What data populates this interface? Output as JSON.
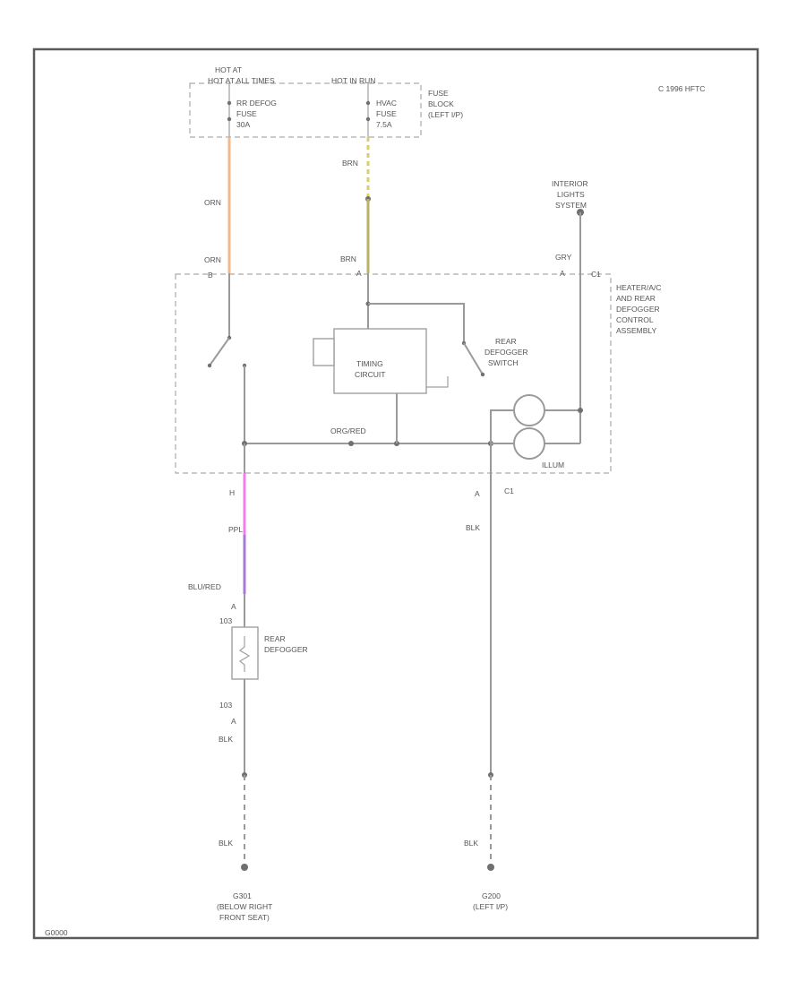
{
  "copyright": "C 1996 HFTC",
  "figure_id": "G0000",
  "fuse_block": {
    "hot_at_left": "HOT AT ALL TIMES",
    "hot_at_right": "HOT IN RUN",
    "fuse_left": [
      "RR DEFOG",
      "FUSE",
      "30A"
    ],
    "fuse_right": [
      "HVAC",
      "FUSE",
      "7.5A"
    ],
    "label": [
      "FUSE",
      "BLOCK",
      "(LEFT I/P)"
    ]
  },
  "wires": {
    "orn_upper": "ORN",
    "brn_upper": "BRN",
    "orn_lower": "ORN",
    "brn_lower": "BRN",
    "gry": "GRY",
    "org_red": "ORG/RED",
    "ppl": "PPL",
    "blu_red": "BLU/RED",
    "blk_right_mid": "BLK",
    "blk_left_mid": "BLK",
    "blk_left_bottom": "BLK",
    "blk_right_bottom": "BLK"
  },
  "interior_lights": [
    "INTERIOR",
    "LIGHTS",
    "SYSTEM"
  ],
  "control_assembly": [
    "HEATER/A/C",
    "AND REAR",
    "DEFOGGER",
    "CONTROL",
    "ASSEMBLY"
  ],
  "timing_circuit": [
    "TIMING",
    "CIRCUIT"
  ],
  "rear_defogger_switch": [
    "REAR",
    "DEFOGGER",
    "SWITCH"
  ],
  "connectors": {
    "c1_b": "B",
    "c1_a": "A",
    "c1_c": "C1",
    "c1_a_right": "A",
    "c1_c_right": "C1",
    "c1_h": "H",
    "c1_a_bottom": "A",
    "c1_c_bottom": "C1",
    "illum": "ILLUM",
    "c103_top": "103",
    "c103_bottom": "103",
    "c103_pin_a": "A"
  },
  "rear_defogger": [
    "REAR",
    "DEFOGGER"
  ],
  "ground_left": [
    "G301",
    "(BELOW RIGHT",
    "FRONT SEAT)"
  ],
  "ground_right": [
    "G200",
    "(LEFT I/P)"
  ],
  "wire_colors": {
    "orange": "#f2b98a",
    "yellow": "#d8cf6a",
    "olive": "#b9b266",
    "magenta": "#f07cf0",
    "purple": "#a87ad8"
  }
}
